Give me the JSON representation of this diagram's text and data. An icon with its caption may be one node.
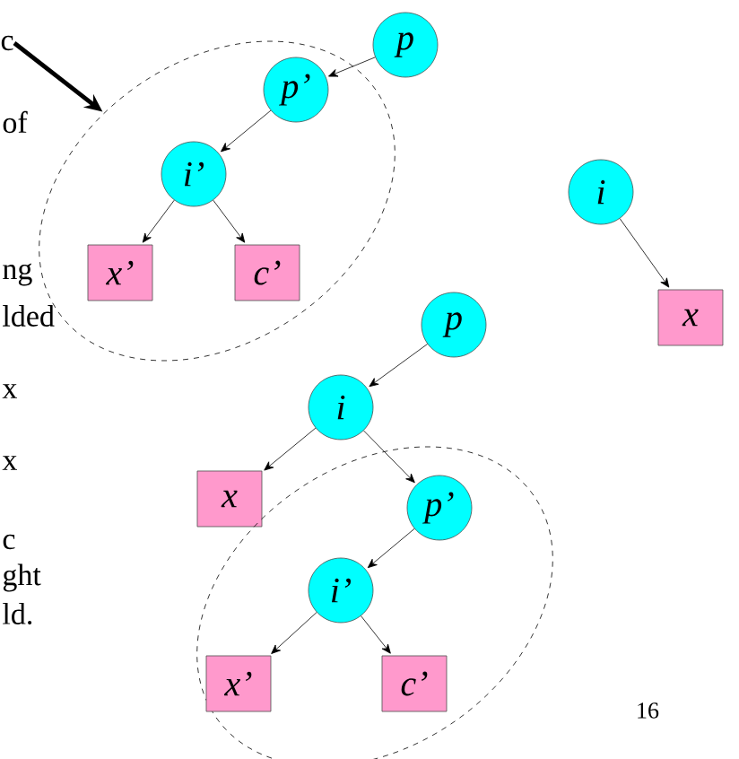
{
  "diagram": {
    "nodes": [
      {
        "text": [
          "c"
        ]
      },
      {
        "text": [],
        "shape": "ellipse"
      },
      {
        "text": [
          "p"
        ]
      },
      {
        "text": [
          "p’"
        ],
        "in": 1
      },
      {
        "text": [
          "i’"
        ],
        "in": 1
      },
      {
        "text": [
          "x’"
        ],
        "in": 1
      },
      {
        "text": [
          "c’"
        ],
        "in": 1
      },
      {
        "text": [
          "i"
        ]
      },
      {
        "text": [
          "x"
        ]
      },
      {
        "text": [
          "p"
        ]
      },
      {
        "text": [
          "i"
        ]
      },
      {
        "text": [
          "x"
        ]
      },
      {
        "text": [],
        "shape": "ellipse"
      },
      {
        "text": [
          "p’"
        ],
        "in": 12
      },
      {
        "text": [
          "i’"
        ],
        "in": 12
      },
      {
        "text": [
          "x’"
        ],
        "in": 12
      },
      {
        "text": [
          "c’"
        ],
        "in": 12
      }
    ],
    "edges": [
      {
        "from": 0,
        "to": 1,
        "arrow": "to",
        "style": "thick"
      },
      {
        "from": 2,
        "to": 3,
        "arrow": "to"
      },
      {
        "from": 3,
        "to": 4,
        "arrow": "to"
      },
      {
        "from": 4,
        "to": 5,
        "arrow": "to"
      },
      {
        "from": 4,
        "to": 6,
        "arrow": "to"
      },
      {
        "from": 7,
        "to": 8,
        "arrow": "to"
      },
      {
        "from": 9,
        "to": 10,
        "arrow": "to"
      },
      {
        "from": 10,
        "to": 11,
        "arrow": "to"
      },
      {
        "from": 10,
        "to": 13,
        "arrow": "to"
      },
      {
        "from": 13,
        "to": 14,
        "arrow": "to"
      },
      {
        "from": 14,
        "to": 15,
        "arrow": "to"
      },
      {
        "from": 14,
        "to": 16,
        "arrow": "to"
      }
    ],
    "labels": [
      "of",
      "ng",
      "lded",
      "x",
      "x",
      "c",
      "ght",
      "ld.",
      "16"
    ]
  }
}
